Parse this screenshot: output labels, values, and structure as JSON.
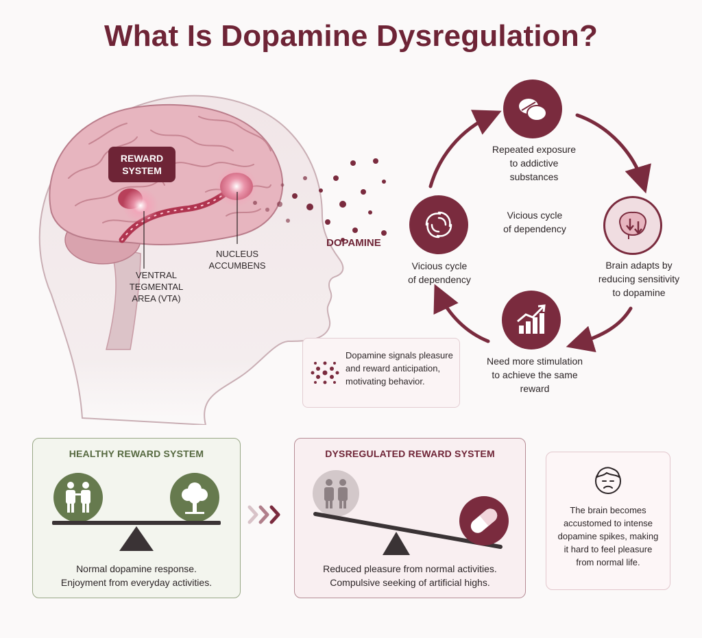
{
  "title": "What Is Dopamine Dysregulation?",
  "brain": {
    "reward_tag": "REWARD\nSYSTEM",
    "vta_label": "VENTRAL\nTEGMENTAL\nAREA (VTA)",
    "nucleus_label": "NUCLEUS\nACCUMBENS",
    "dopamine_label": "DOPAMINE"
  },
  "cycle": {
    "center_text": "Vicious cycle\nof dependency",
    "top_text": "Repeated exposure\nto addictive\nsubstances",
    "right_text": "Brain adapts by\nreducing sensitivity\nto dopamine",
    "bottom_text": "Need more stimulation\nto achieve the same\nreward",
    "left_text": "Vicious cycle\nof dependency"
  },
  "info_box": {
    "text": "Dopamine signals pleasure and reward anticipation, motivating behavior."
  },
  "healthy": {
    "title": "HEALTHY REWARD SYSTEM",
    "caption": "Normal dopamine response.\nEnjoyment from everyday activities."
  },
  "dysregulated": {
    "title": "DYSREGULATED REWARD SYSTEM",
    "caption": "Reduced pleasure from normal activities.\nCompulsive seeking of artificial highs."
  },
  "note": {
    "text": "The brain becomes accustomed to intense dopamine spikes, making it hard to feel pleasure from normal life."
  },
  "colors": {
    "accent": "#6e2436",
    "node": "#7a2b3e",
    "healthy_green": "#667a4e",
    "brain_pink": "#e7b5bf"
  }
}
